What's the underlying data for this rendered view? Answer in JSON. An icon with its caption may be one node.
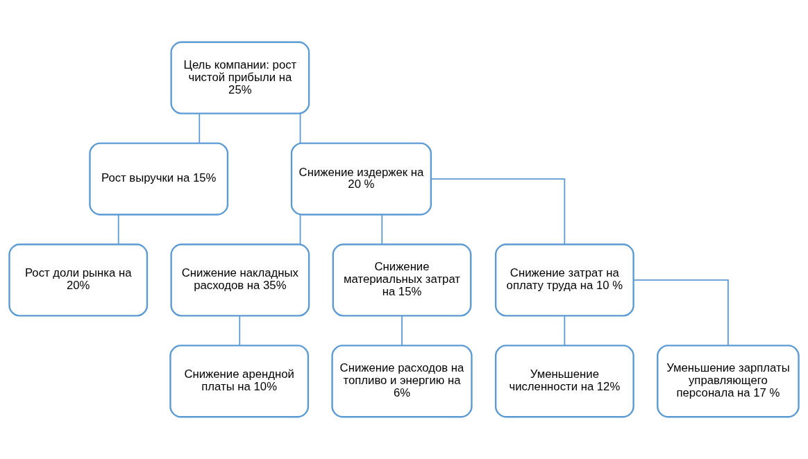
{
  "diagram": {
    "nodes": [
      {
        "text": [
          "Цель компании: рост чистой прибыли на 25%"
        ]
      },
      {
        "text": [
          "Рост выручки на 15%"
        ]
      },
      {
        "text": [
          "Снижение издержек на 20 %"
        ]
      },
      {
        "text": [
          "Рост доли рынка на 20%"
        ]
      },
      {
        "text": [
          "Снижение накладных расходов на 35%"
        ]
      },
      {
        "text": [
          "Снижение материальных затрат на 15%"
        ]
      },
      {
        "text": [
          "Снижение затрат на оплату труда на 10 %"
        ]
      },
      {
        "text": [
          "Снижение арендной платы на 10%"
        ]
      },
      {
        "text": [
          "Снижение расходов на топливо и энергию на 6%"
        ]
      },
      {
        "text": [
          "Уменьшение численности на 12%"
        ]
      },
      {
        "text": [
          "Уменьшение зарплаты управляющего персонала на 17 %"
        ]
      }
    ],
    "edges": [
      {
        "from": 0,
        "to": 1,
        "arrow": "none"
      },
      {
        "from": 0,
        "to": 2,
        "arrow": "none"
      },
      {
        "from": 1,
        "to": 3,
        "arrow": "none"
      },
      {
        "from": 2,
        "to": 4,
        "arrow": "none"
      },
      {
        "from": 2,
        "to": 5,
        "arrow": "none"
      },
      {
        "from": 2,
        "to": 6,
        "arrow": "none"
      },
      {
        "from": 4,
        "to": 7,
        "arrow": "none"
      },
      {
        "from": 5,
        "to": 8,
        "arrow": "none"
      },
      {
        "from": 6,
        "to": 9,
        "arrow": "none"
      },
      {
        "from": 6,
        "to": 10,
        "arrow": "none"
      }
    ]
  }
}
